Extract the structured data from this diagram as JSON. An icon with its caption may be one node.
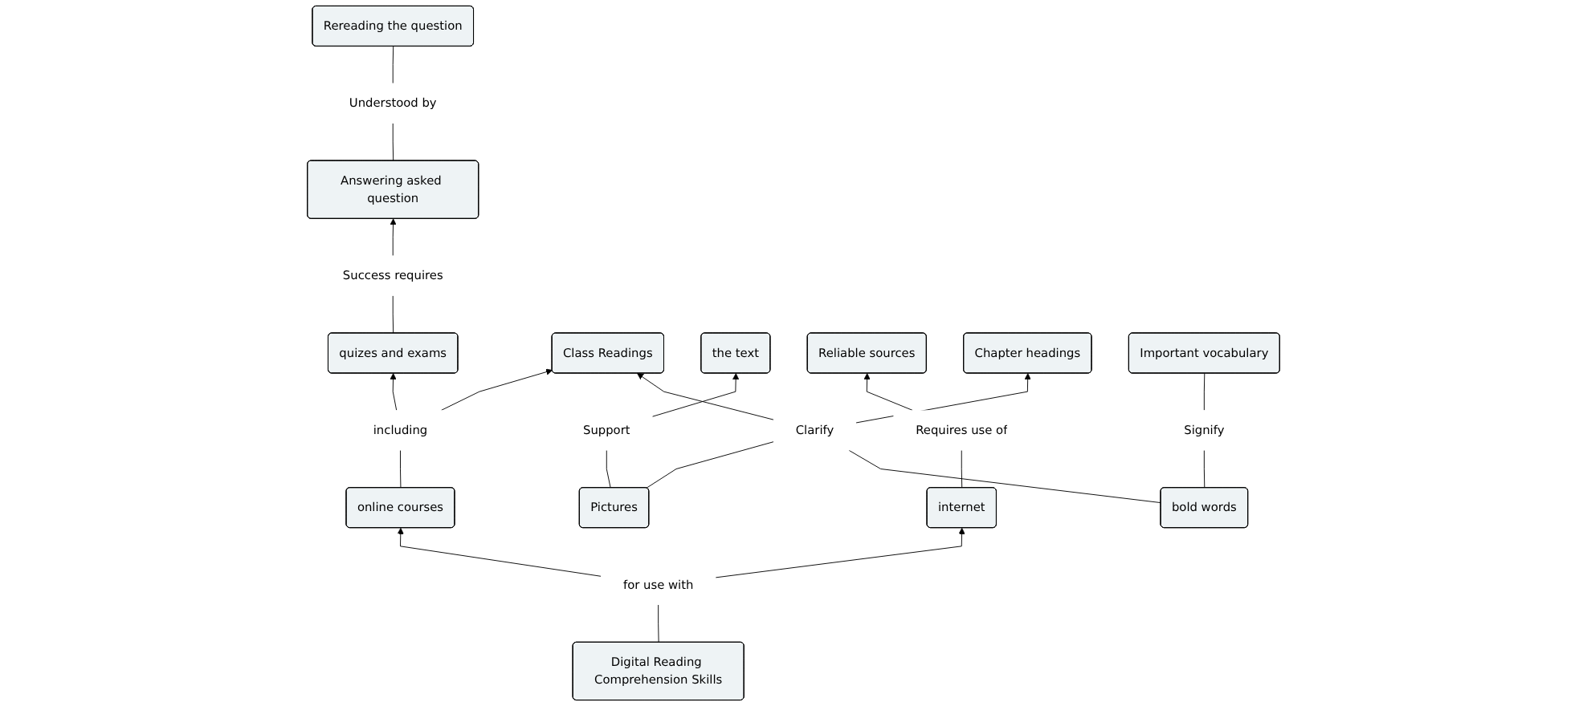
{
  "diagram": {
    "nodes": [
      {
        "text": [
          "Answering asked question"
        ]
      },
      {
        "text": [
          "Understood by"
        ]
      },
      {
        "text": [
          "Rereading the question"
        ]
      },
      {
        "text": [
          "Success requires"
        ]
      },
      {
        "text": [
          "quizes and exams"
        ]
      },
      {
        "text": [
          "including"
        ]
      },
      {
        "text": [
          "Class Readings"
        ]
      },
      {
        "text": [
          "the text"
        ]
      },
      {
        "text": [
          "Support"
        ]
      },
      {
        "text": [
          "Pictures"
        ]
      },
      {
        "text": [
          "Reliable sources"
        ]
      },
      {
        "text": [
          "internet"
        ]
      },
      {
        "text": [
          "online courses"
        ]
      },
      {
        "text": [
          "Clarify"
        ]
      },
      {
        "text": [
          "Chapter headings"
        ]
      },
      {
        "text": [
          "Requires use of"
        ]
      },
      {
        "text": [
          "for use with"
        ]
      },
      {
        "text": [
          "bold words"
        ]
      },
      {
        "text": [
          "Signify"
        ]
      },
      {
        "text": [
          "Digital Reading Comprehension Skills"
        ]
      },
      {
        "text": [
          "Important vocabulary"
        ]
      }
    ],
    "edges": [
      {
        "from": 0,
        "to": 1,
        "arrow": "none"
      },
      {
        "from": 1,
        "to": 2,
        "arrow": "none"
      },
      {
        "from": 4,
        "to": 3,
        "arrow": "none"
      },
      {
        "from": 3,
        "to": 0,
        "arrow": "to"
      },
      {
        "from": 12,
        "to": 5,
        "arrow": "none"
      },
      {
        "from": 5,
        "to": 4,
        "arrow": "to"
      },
      {
        "from": 5,
        "to": 6,
        "arrow": "to"
      },
      {
        "from": 9,
        "to": 8,
        "arrow": "none"
      },
      {
        "from": 8,
        "to": 7,
        "arrow": "to"
      },
      {
        "from": 9,
        "to": 13,
        "arrow": "none"
      },
      {
        "from": 17,
        "to": 13,
        "arrow": "none"
      },
      {
        "from": 13,
        "to": 6,
        "arrow": "to"
      },
      {
        "from": 13,
        "to": 14,
        "arrow": "to"
      },
      {
        "from": 17,
        "to": 18,
        "arrow": "none"
      },
      {
        "from": 18,
        "to": 20,
        "arrow": "none"
      },
      {
        "from": 11,
        "to": 15,
        "arrow": "none"
      },
      {
        "from": 15,
        "to": 10,
        "arrow": "to"
      },
      {
        "from": 19,
        "to": 16,
        "arrow": "none"
      },
      {
        "from": 16,
        "to": 11,
        "arrow": "to"
      },
      {
        "from": 16,
        "to": 12,
        "arrow": "to"
      }
    ]
  }
}
